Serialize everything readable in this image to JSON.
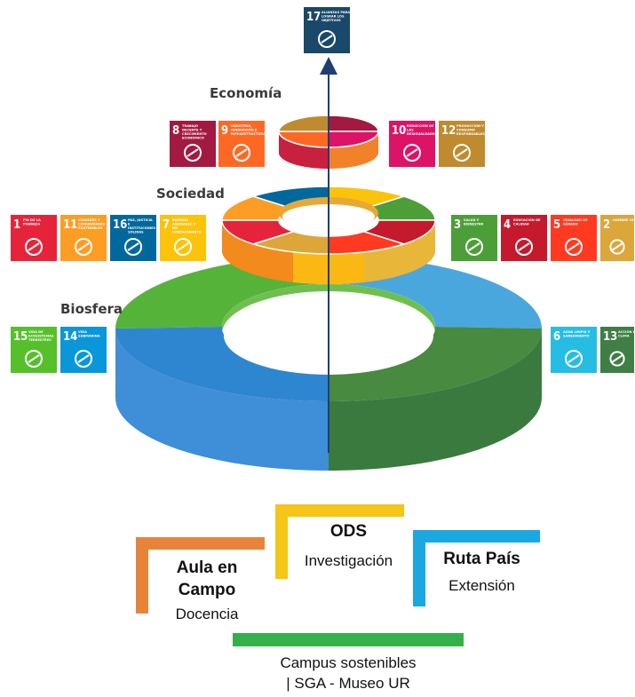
{
  "tiers": {
    "economy": "Economía",
    "society": "Sociedad",
    "biosphere": "Biosfera"
  },
  "goals": [
    {
      "key": "g17",
      "number": "17",
      "label": "ALIANZAS PARA LOGRAR LOS OBJETIVOS",
      "color": "#19486A",
      "icon": "partnership-flower-icon"
    },
    {
      "key": "g8",
      "number": "8",
      "label": "TRABAJO DECENTE Y CRECIMIENTO ECONÓMICO",
      "color": "#A21942",
      "icon": "growth-chart-icon"
    },
    {
      "key": "g9",
      "number": "9",
      "label": "INDUSTRIA, INNOVACIÓN E INFRAESTRUCTURA",
      "color": "#FD6925",
      "icon": "cubes-icon"
    },
    {
      "key": "g10",
      "number": "10",
      "label": "REDUCCIÓN DE LAS DESIGUALDADES",
      "color": "#DD1367",
      "icon": "equality-icon"
    },
    {
      "key": "g12",
      "number": "12",
      "label": "PRODUCCIÓN Y CONSUMO RESPONSABLES",
      "color": "#BF8B2E",
      "icon": "infinity-icon"
    },
    {
      "key": "g1",
      "number": "1",
      "label": "FIN DE LA POBREZA",
      "color": "#E5243B",
      "icon": "family-icon"
    },
    {
      "key": "g11",
      "number": "11",
      "label": "CIUDADES Y COMUNIDADES SOSTENIBLES",
      "color": "#FD9D24",
      "icon": "buildings-icon"
    },
    {
      "key": "g16",
      "number": "16",
      "label": "PAZ, JUSTICIA E INSTITUCIONES SÓLIDAS",
      "color": "#00689D",
      "icon": "dove-icon"
    },
    {
      "key": "g7",
      "number": "7",
      "label": "ENERGÍA ASEQUIBLE Y NO CONTAMINANTE",
      "color": "#FCC30B",
      "icon": "sun-icon"
    },
    {
      "key": "g3",
      "number": "3",
      "label": "SALUD Y BIENESTAR",
      "color": "#4C9F38",
      "icon": "heartbeat-icon"
    },
    {
      "key": "g4",
      "number": "4",
      "label": "EDUCACIÓN DE CALIDAD",
      "color": "#C5192D",
      "icon": "book-icon"
    },
    {
      "key": "g5",
      "number": "5",
      "label": "IGUALDAD DE GÉNERO",
      "color": "#FF3A21",
      "icon": "gender-icon"
    },
    {
      "key": "g2",
      "number": "2",
      "label": "HAMBRE CERO",
      "color": "#DDA63A",
      "icon": "bowl-icon"
    },
    {
      "key": "g15",
      "number": "15",
      "label": "VIDA DE ECOSISTEMAS TERRESTRES",
      "color": "#56C02B",
      "icon": "tree-icon"
    },
    {
      "key": "g14",
      "number": "14",
      "label": "VIDA SUBMARINA",
      "color": "#0A97D9",
      "icon": "fish-icon"
    },
    {
      "key": "g6",
      "number": "6",
      "label": "AGUA LIMPIA Y SANEAMIENTO",
      "color": "#26BDE2",
      "icon": "water-drop-icon"
    },
    {
      "key": "g13",
      "number": "13",
      "label": "ACCIÓN POR EL CLIMA",
      "color": "#3F7E44",
      "icon": "earth-eye-icon"
    }
  ],
  "rings": {
    "economy_colors": [
      "#A21942",
      "#DD1367",
      "#FD6925",
      "#BF8B2E"
    ],
    "society_colors": [
      "#FCC30B",
      "#4C9F38",
      "#C5192D",
      "#FF3A21",
      "#DDA63A",
      "#E5243B",
      "#FD9D24",
      "#00689D"
    ],
    "biosphere_colors": [
      "#3F7E44",
      "#26BDE2",
      "#56C02B",
      "#0A97D9"
    ]
  },
  "brackets": {
    "aula": {
      "title": "Aula en Campo",
      "line1": "Aula en",
      "line2": "Campo",
      "sub": "Docencia",
      "color": "#E8843A"
    },
    "ods": {
      "title": "ODS",
      "sub": "Investigación",
      "color": "#F5C518"
    },
    "ruta": {
      "title": "Ruta País",
      "sub": "Extensión",
      "color": "#1BA8E0"
    },
    "campus": {
      "line1": "Campus  sostenibles",
      "line2": "| SGA - Museo UR",
      "color": "#34B04A"
    }
  }
}
